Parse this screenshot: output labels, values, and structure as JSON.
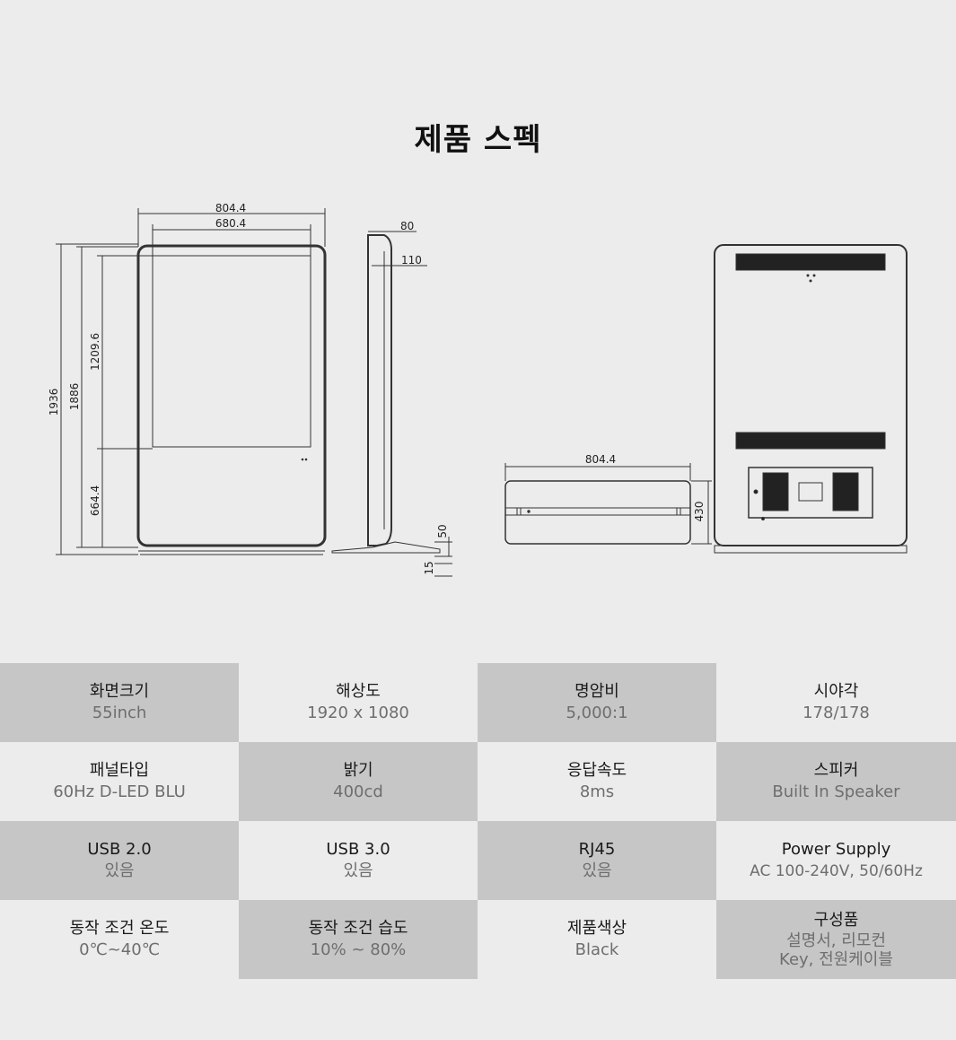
{
  "title": "제품 스펙",
  "dimensions": {
    "front_width_outer": "804.4",
    "front_width_inner": "680.4",
    "total_height": "1936",
    "body_height": "1886",
    "screen_height": "1209.6",
    "lower_height": "664.4",
    "side_depth_top": "80",
    "side_depth": "110",
    "foot_height": "50",
    "base_height": "15",
    "base_width": "804.4",
    "base_depth": "430"
  },
  "specs": [
    {
      "label": "화면크기",
      "value": "55inch"
    },
    {
      "label": "해상도",
      "value": "1920 x 1080"
    },
    {
      "label": "명암비",
      "value": "5,000:1"
    },
    {
      "label": "시야각",
      "value": "178/178"
    },
    {
      "label": "패널타입",
      "value": "60Hz D-LED BLU"
    },
    {
      "label": "밝기",
      "value": "400cd"
    },
    {
      "label": "응답속도",
      "value": "8ms"
    },
    {
      "label": "스피커",
      "value": "Built In Speaker"
    },
    {
      "label": "USB 2.0",
      "value": "있음"
    },
    {
      "label": "USB 3.0",
      "value": "있음"
    },
    {
      "label": "RJ45",
      "value": "있음"
    },
    {
      "label": "Power Supply",
      "value": "AC 100-240V, 50/60Hz"
    },
    {
      "label": "동작 조건 온도",
      "value": "0℃~40℃"
    },
    {
      "label": "동작 조건 습도",
      "value": "10% ~ 80%"
    },
    {
      "label": "제품색상",
      "value": "Black"
    },
    {
      "label": "구성품",
      "value": "설명서, 리모컨",
      "value2": "Key, 전원케이블"
    }
  ]
}
